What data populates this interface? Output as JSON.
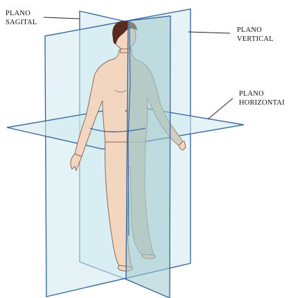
{
  "labels": {
    "sagital": [
      "PLANO",
      "SAGITAL"
    ],
    "vertical": [
      "PLANO",
      "VERTICAL"
    ],
    "horizontal": [
      "PLANO",
      "HORIZONTAI"
    ]
  },
  "colors": {
    "plane_fill": "#cfe9ee",
    "plane_fill_dark": "#9fc9cc",
    "plane_edge": "#3d6aa0",
    "skin": "#f2d6bf",
    "skin_shadow": "#d9c0a8",
    "outline": "#8a6a55",
    "hair": "#5a2a20",
    "leader_line": "#222222"
  }
}
